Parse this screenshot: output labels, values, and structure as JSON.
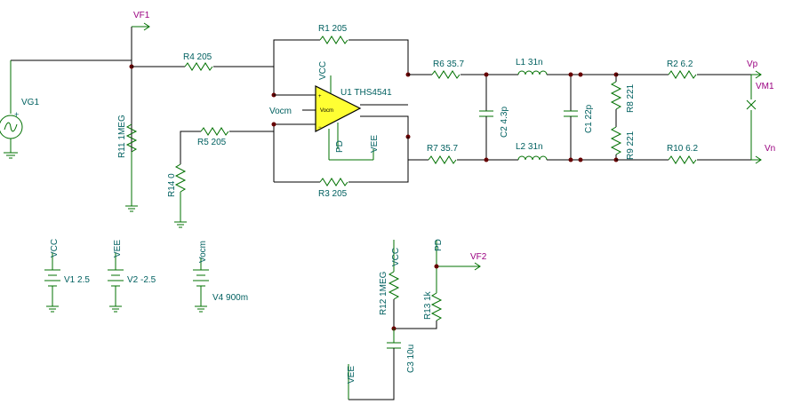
{
  "labels": {
    "vf1": "VF1",
    "vf2": "VF2",
    "vg1": "VG1",
    "r1": "R1 205",
    "r3": "R3 205",
    "r4": "R4 205",
    "r5": "R5 205",
    "r6": "R6 35.7",
    "r7": "R7 35.7",
    "r2": "R2 6.2",
    "r10": "R10 6.2",
    "r8": "R8 221",
    "r9": "R9 221",
    "r11": "R11 1MEG",
    "r14": "R14 0",
    "r12": "R12 1MEG",
    "r13": "R13 1k",
    "l1": "L1 31n",
    "l2": "L2 31n",
    "c1": "C1 22p",
    "c2": "C2 4.3p",
    "c3": "C3 10u",
    "u1": "U1 THS4541",
    "vocm_in": "Vocm",
    "vocm_pin": "Vocm",
    "vcc_u1": "VCC",
    "vee_u1": "VEE",
    "pd_u1": "PD",
    "vp": "Vp",
    "vn": "Vn",
    "vm1": "VM1",
    "v1": "V1 2.5",
    "v2": "V2 -2.5",
    "v4": "V4 900m",
    "v1_net": "VCC",
    "v2_net": "VEE",
    "v4_net": "Vocm",
    "vcc_r12": "VCC",
    "pd_r13": "PD",
    "vee_c3": "VEE"
  }
}
